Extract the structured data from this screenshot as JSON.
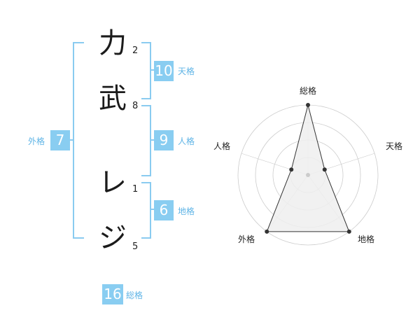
{
  "name_chars": [
    {
      "char": "力",
      "strokes": "2"
    },
    {
      "char": "武",
      "strokes": "8"
    },
    {
      "char": "レ",
      "strokes": "1"
    },
    {
      "char": "ジ",
      "strokes": "5"
    }
  ],
  "badges": {
    "tenkaku": {
      "value": "10",
      "label": "天格"
    },
    "jinkaku": {
      "value": "9",
      "label": "人格"
    },
    "chikaku": {
      "value": "6",
      "label": "地格"
    },
    "gaikaku": {
      "value": "7",
      "label": "外格"
    },
    "soukaku": {
      "value": "16",
      "label": "総格"
    }
  },
  "chart_data": {
    "type": "radar",
    "axes": [
      "総格",
      "天格",
      "地格",
      "外格",
      "人格"
    ],
    "values": [
      4,
      1,
      4,
      4,
      1
    ],
    "max": 4,
    "rings": 4,
    "colors": {
      "fill": "#efefef",
      "stroke": "#333333",
      "grid": "#cccccc",
      "point": "#333333"
    }
  }
}
